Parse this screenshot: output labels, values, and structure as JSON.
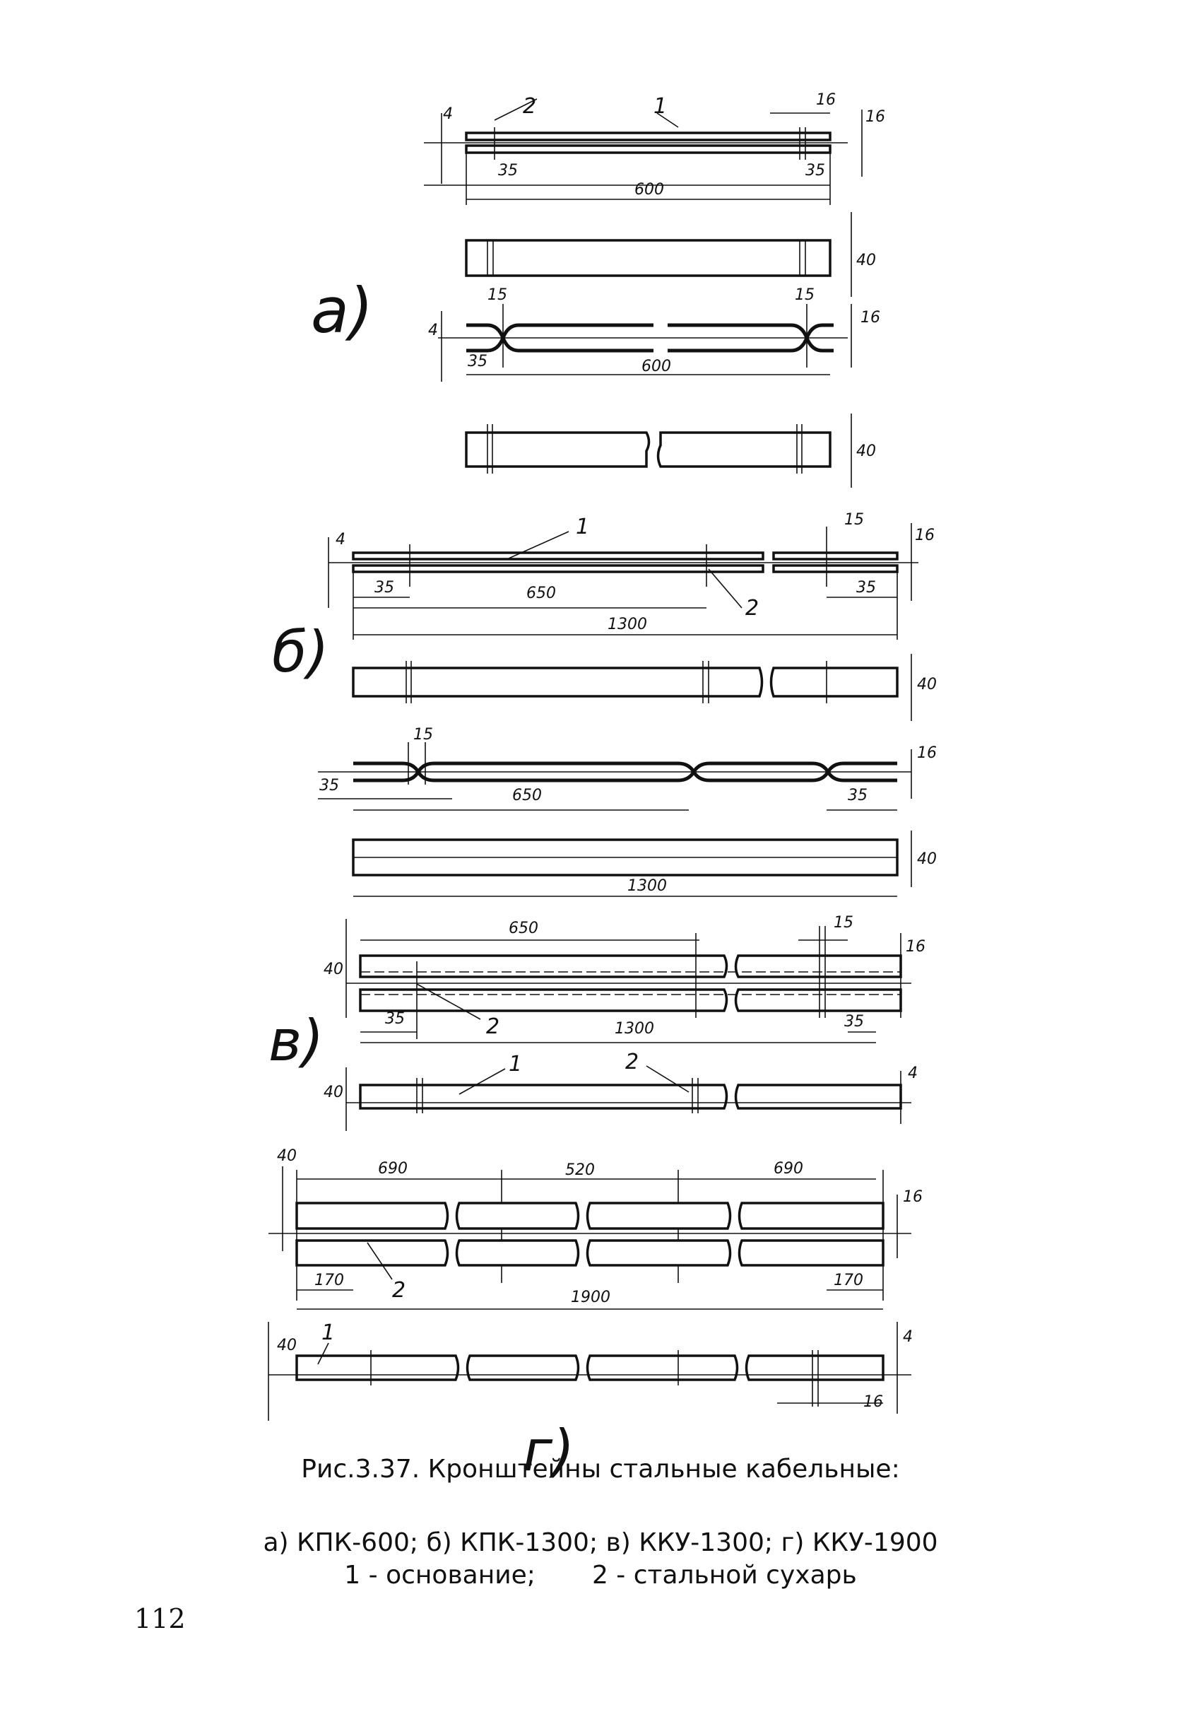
{
  "figure": {
    "variant_labels": {
      "a": "а)",
      "b": "б)",
      "c": "в)",
      "d": "г)"
    },
    "dims": {
      "d4": "4",
      "d15": "15",
      "d16": "16",
      "d35": "35",
      "d40": "40",
      "d170": "170",
      "d520": "520",
      "d600": "600",
      "d650": "650",
      "d690": "690",
      "d1300": "1300",
      "d1900": "1900"
    },
    "callouts": {
      "one": "1",
      "two": "2"
    }
  },
  "caption": {
    "title": "Рис.3.37. Кронштейны стальные кабельные:",
    "items": "а) КПК-600;  б) КПК-1300;  в) ККУ-1300;  г) ККУ-1900",
    "legend_1": "1 - основание;",
    "legend_2": "2 - стальной сухарь"
  },
  "page_number": "112"
}
